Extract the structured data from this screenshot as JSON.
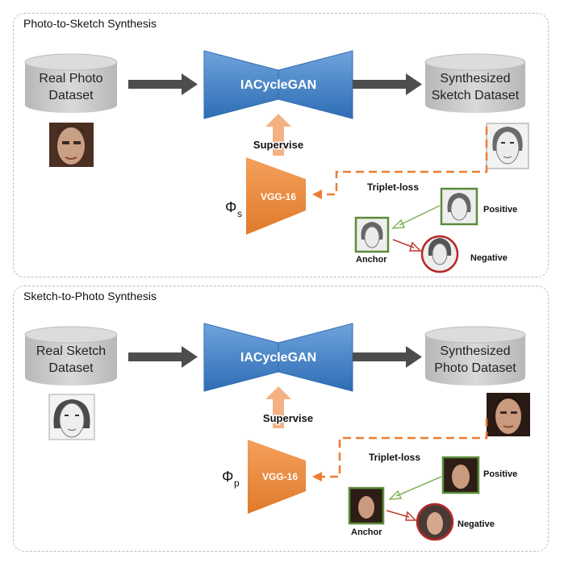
{
  "panels": [
    {
      "title": "Photo-to-Sketch Synthesis",
      "input_dataset": [
        "Real Photo",
        "Dataset"
      ],
      "generator": "IACycleGAN",
      "output_dataset": [
        "Synthesized",
        "Sketch Dataset"
      ],
      "supervise": "Supervise",
      "vgg": "VGG-16",
      "phi_symbol": "Φ",
      "phi_sub": "s",
      "triplet_loss": "Triplet-loss",
      "positive": "Positive",
      "anchor": "Anchor",
      "negative": "Negative",
      "input_face": "photo",
      "output_face": "sketch",
      "triplet_face": "sketch"
    },
    {
      "title": "Sketch-to-Photo Synthesis",
      "input_dataset": [
        "Real Sketch",
        "Dataset"
      ],
      "generator": "IACycleGAN",
      "output_dataset": [
        "Synthesized",
        "Photo Dataset"
      ],
      "supervise": "Supervise",
      "vgg": "VGG-16",
      "phi_symbol": "Φ",
      "phi_sub": "p",
      "triplet_loss": "Triplet-loss",
      "positive": "Positive",
      "anchor": "Anchor",
      "negative": "Negative",
      "input_face": "sketch",
      "output_face": "photo",
      "triplet_face": "photo"
    }
  ],
  "colors": {
    "cylinder": "#c8c8c8",
    "generator_blue": "#3f7fc6",
    "vgg_orange": "#ec8b3d",
    "supervise_arrow": "#f4b183",
    "dashed_orange": "#ed7d31",
    "flow_arrow": "#4d4d4d",
    "positive_green": "#5b8c3a",
    "negative_red": "#b52a2a"
  }
}
